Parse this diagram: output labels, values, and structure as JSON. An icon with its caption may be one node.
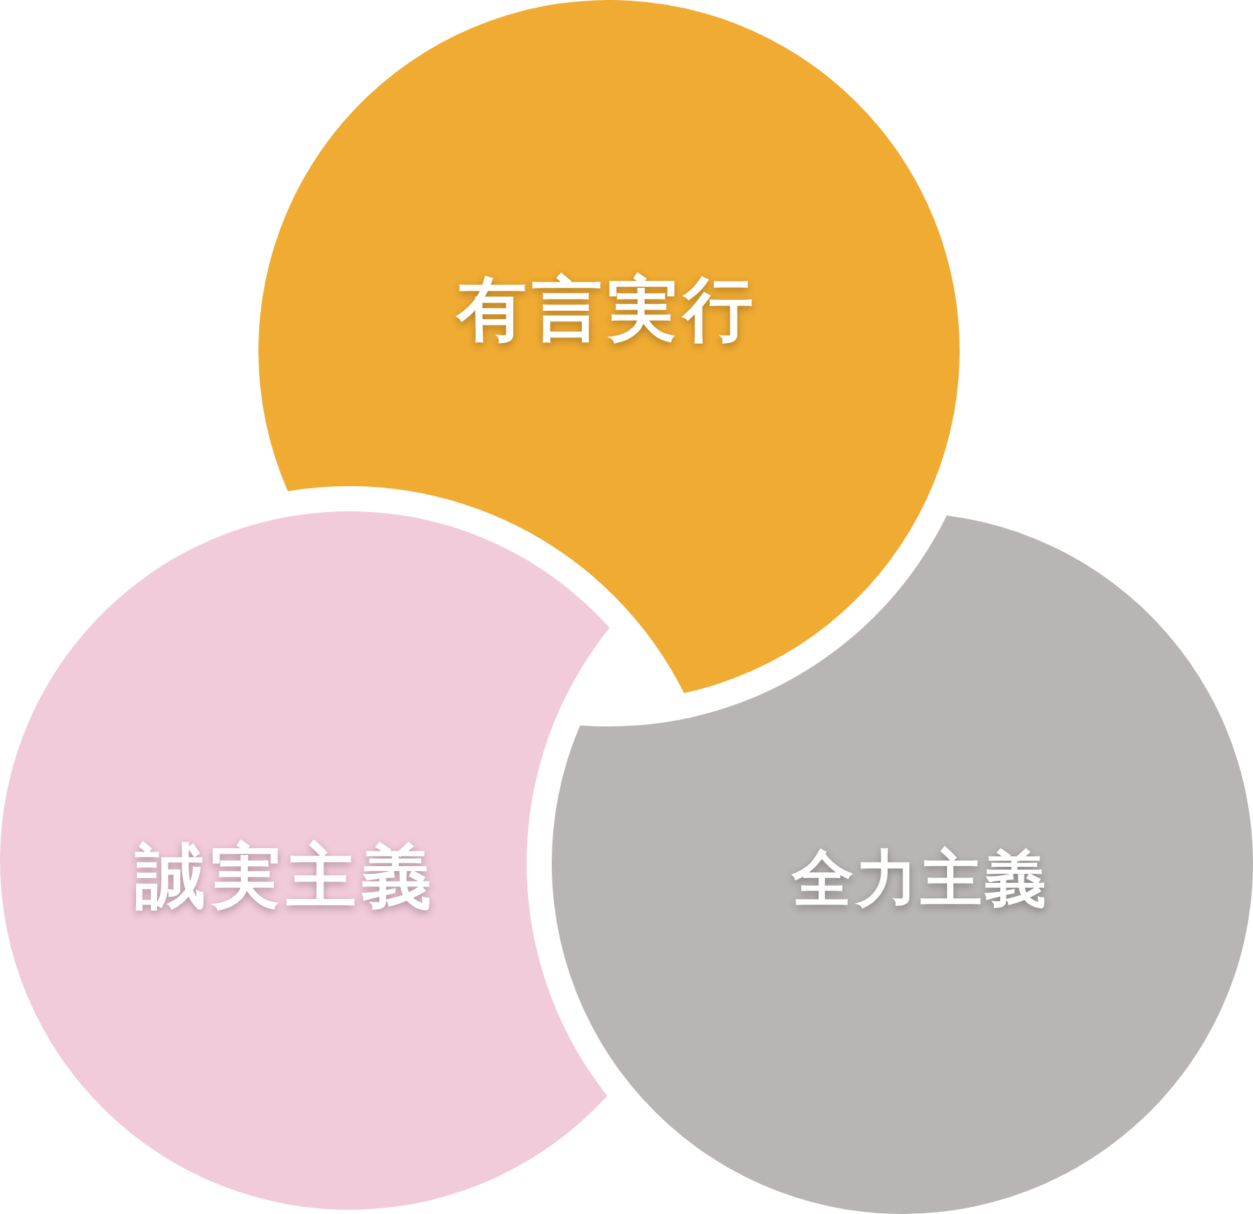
{
  "diagram": {
    "nodes": [
      {
        "text": [
          "有言実行"
        ]
      },
      {
        "text": [
          "誠実主義"
        ]
      },
      {
        "text": [
          "全力主義"
        ]
      }
    ]
  }
}
